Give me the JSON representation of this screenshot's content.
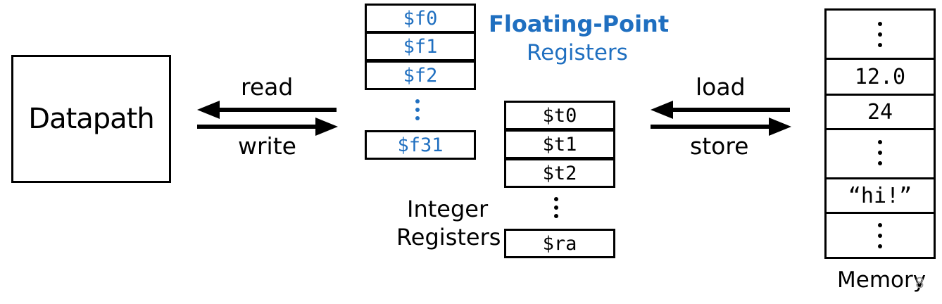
{
  "datapath": {
    "label": "Datapath"
  },
  "datapath_arrows": {
    "read_label": "read",
    "write_label": "write"
  },
  "fp_registers": {
    "title": "Floating-Point",
    "subtitle": "Registers",
    "items": [
      "$f0",
      "$f1",
      "$f2",
      "$f31"
    ],
    "color": "#1f6fc0"
  },
  "int_registers": {
    "title_line1": "Integer",
    "title_line2": "Registers",
    "items": [
      "$t0",
      "$t1",
      "$t2",
      "$ra"
    ]
  },
  "memory_arrows": {
    "load_label": "load",
    "store_label": "store"
  },
  "memory": {
    "label": "Memory",
    "cells": [
      "12.0",
      "24",
      "“hi!”"
    ],
    "page_number": "8"
  }
}
